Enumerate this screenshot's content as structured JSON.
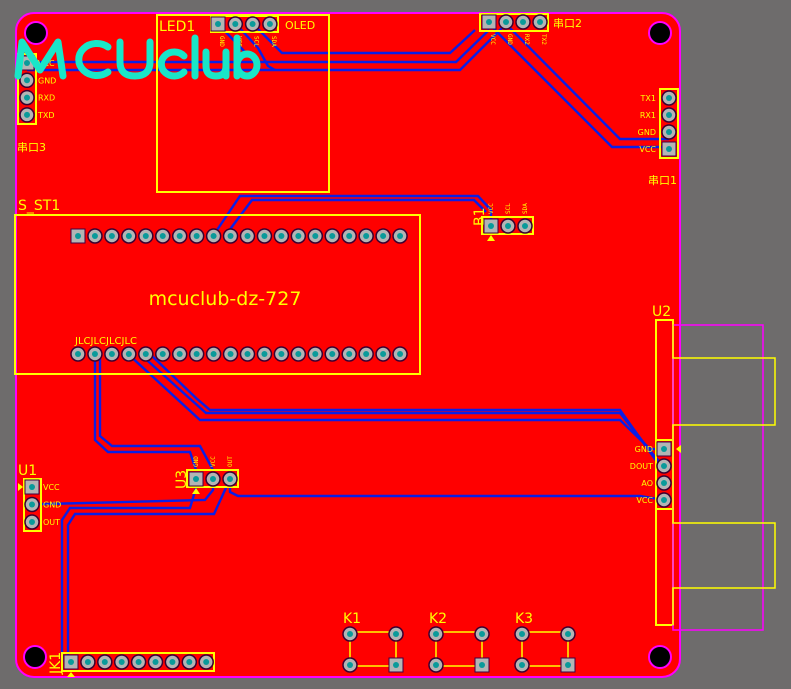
{
  "logo": "MCUclub",
  "module": {
    "designator": "S_ST1",
    "title": "mcuclub-dz-727",
    "marking": "JLCJLCJLCJLC"
  },
  "led": {
    "designator": "LED1",
    "label": "OLED",
    "pins": [
      "GND",
      "VCC",
      "SCL",
      "SDA"
    ]
  },
  "uart2": {
    "designator": "串口2",
    "pins": [
      "VCC",
      "GND",
      "RX2",
      "TX2"
    ]
  },
  "uart1": {
    "designator": "串口1",
    "pins": [
      "TX1",
      "RX1",
      "GND",
      "VCC"
    ]
  },
  "uart3": {
    "designator": "串口3",
    "pins": [
      "VCC",
      "GND",
      "RXD",
      "TXD"
    ]
  },
  "b1": {
    "designator": "B1",
    "pins": [
      "VCC",
      "SCL",
      "SDA"
    ]
  },
  "u1": {
    "designator": "U1",
    "pins": [
      "VCC",
      "GND",
      "OUT"
    ]
  },
  "u3": {
    "designator": "U3",
    "pins": [
      "GND",
      "VCC",
      "OUT"
    ]
  },
  "u2": {
    "designator": "U2",
    "pins": [
      "GND",
      "DOUT",
      "AO",
      "VCC"
    ]
  },
  "jk1": {
    "designator": "JK1"
  },
  "keys": [
    "K1",
    "K2",
    "K3"
  ],
  "colors": {
    "board": "#ff0000",
    "silk": "#ffff00",
    "trace": "#0a1ee6",
    "outline": "#ff00ff",
    "logo": "#19e6c8"
  }
}
